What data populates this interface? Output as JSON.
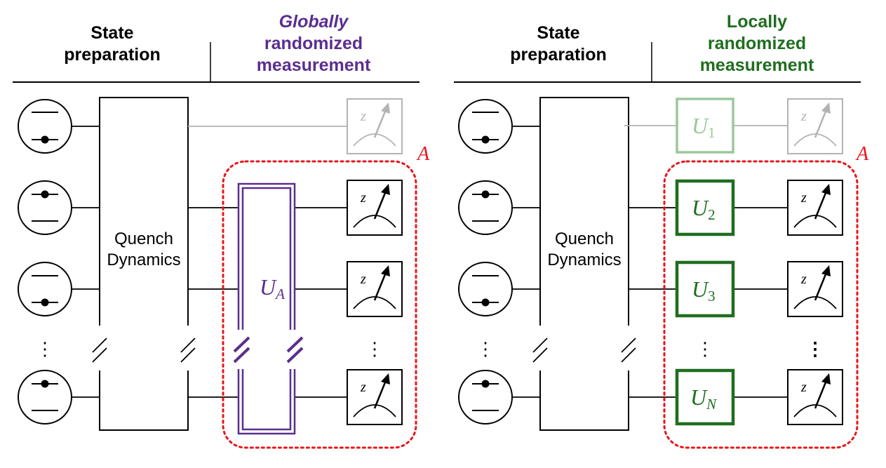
{
  "left_panel": {
    "header_prep": [
      "State",
      "preparation"
    ],
    "header_meas_emph": "Globally",
    "header_meas_rest": [
      "randomized",
      "measurement"
    ],
    "block_label": [
      "Quench",
      "Dynamics"
    ],
    "unitary_base": "U",
    "unitary_sub": "A",
    "region_label": "A",
    "meter_letter": "z",
    "ellipsis": "⋮"
  },
  "right_panel": {
    "header_prep": [
      "State",
      "preparation"
    ],
    "header_meas": [
      "Locally",
      "randomized",
      "measurement"
    ],
    "block_label": [
      "Quench",
      "Dynamics"
    ],
    "unitaries": [
      {
        "base": "U",
        "sub": "1"
      },
      {
        "base": "U",
        "sub": "2"
      },
      {
        "base": "U",
        "sub": "3"
      },
      {
        "base": "U",
        "sub": "N"
      }
    ],
    "region_label": "A",
    "meter_letter": "z",
    "ellipsis": "⋮"
  },
  "colors": {
    "global_purple": "#5b2e8f",
    "local_green": "#1f6e1f",
    "region_red": "#e8151b",
    "faded_gray": "#b3b3b3",
    "faded_green": "#9cc79c"
  }
}
